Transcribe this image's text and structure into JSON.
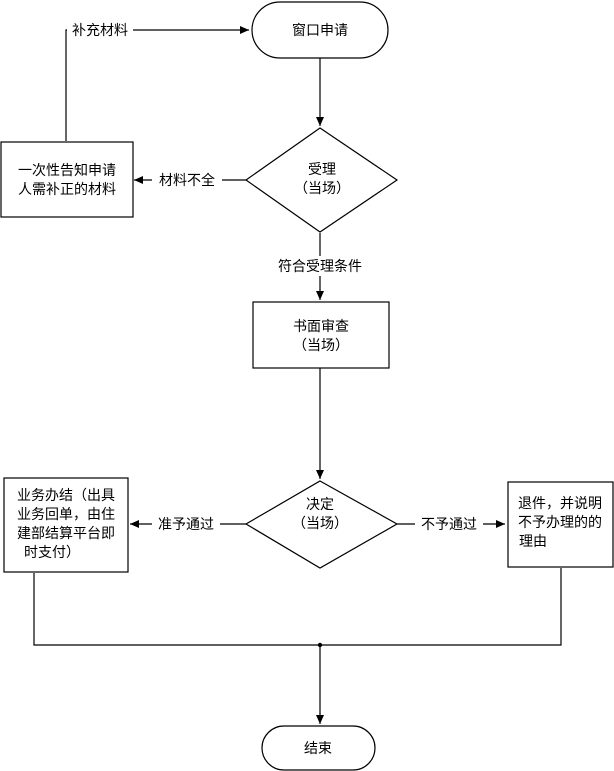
{
  "nodes": {
    "start": {
      "label": "窗口申请"
    },
    "accept": {
      "line1": "受理",
      "line2": "（当场）"
    },
    "notify": {
      "line1": "一次性告知申请",
      "line2": "人需补正的材料"
    },
    "review": {
      "line1": "书面审查",
      "line2": "（当场）"
    },
    "decide": {
      "line1": "决定",
      "line2": "（当场）"
    },
    "complete": {
      "line1": "业务办结（出具",
      "line2": "业务回单，由住",
      "line3": "建部结算平台即",
      "line4": "时支付）"
    },
    "reject": {
      "line1": "退件，并说明",
      "line2": "不予办理的的",
      "line3": "理由"
    },
    "end": {
      "label": "结束"
    }
  },
  "edges": {
    "supplement": "补充材料",
    "incomplete": "材料不全",
    "eligible": "符合受理条件",
    "approved": "准予通过",
    "denied": "不予通过"
  }
}
